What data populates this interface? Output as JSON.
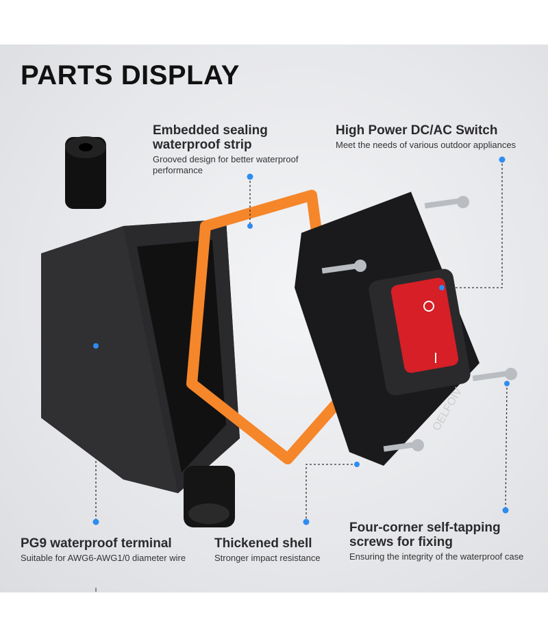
{
  "title": "PARTS DISPLAY",
  "brand_mark": "OELFOIV",
  "callouts": [
    {
      "heading": "Embedded sealing waterproof strip",
      "desc": "Grooved design for better waterproof performance"
    },
    {
      "heading": "High Power DC/AC Switch",
      "desc": "Meet the needs of various outdoor appliances"
    },
    {
      "heading": "PG9 waterproof terminal",
      "desc": "Suitable for AWG6-AWG1/0 diameter wire"
    },
    {
      "heading": "Thickened shell",
      "desc": "Stronger impact resistance"
    },
    {
      "heading": "Four-corner self-tapping screws for fixing",
      "desc": "Ensuring the integrity of the waterproof case"
    }
  ],
  "colors": {
    "dot": "#2f8cf0",
    "gasket": "#f5862a",
    "rocker": "#d61f26"
  }
}
